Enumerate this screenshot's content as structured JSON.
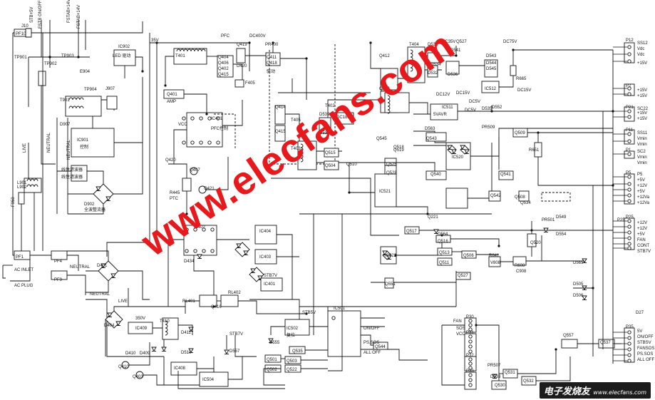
{
  "labels": {
    "top_left": [
      "J10",
      "PF10",
      "STB+5V",
      "FSTB ON/OFF",
      "FSTAB+14V",
      "FSTAB+14V",
      "TP901",
      "TP902",
      "TP903",
      "TP904",
      "IC902",
      "LED 驱动",
      "E904",
      "T901",
      "J907",
      "D907",
      "IC901",
      "控制",
      "LIVE",
      "NEUTRAL",
      "NEUTRAL",
      "线性滤波器",
      "线性滤波器",
      "L901",
      "L902",
      "F950",
      "D902",
      "全波整流器",
      "PF1",
      "PF4",
      "PF9",
      "AC INLET",
      "AC PLUG",
      "NEUTRAL",
      "D401",
      "NEUTRAL",
      "LIVE",
      "D404",
      "350V",
      "T410",
      "IC409",
      "D411",
      "D410",
      "D409",
      "Q410",
      "Q403",
      "IC408",
      "D510",
      "IC504",
      "STB7V",
      "D557"
    ],
    "center": [
      "35V",
      "T401",
      "PFC",
      "DC400V",
      "PR400",
      "Q404",
      "Q406",
      "Q402",
      "Q415",
      "Q419",
      "D420",
      "Q411",
      "Q418",
      "驱动",
      "F405",
      "Q401",
      "AMP",
      "VCC",
      "IC401",
      "PFC控制",
      "Q420",
      "Q407",
      "PTC",
      "R445",
      "Q421",
      "IC402",
      "IC404",
      "IC403",
      "D434",
      "STB7V",
      "IC401",
      "RL401",
      "RL402",
      "Q416",
      "T402",
      "Q414",
      "Q415",
      "T405",
      "D539",
      "D537",
      "DC180V",
      "T403",
      "Q515",
      "Q504",
      "Q510",
      "Q518",
      "Q519",
      "Q545",
      "Q543",
      "IC520",
      "Q540",
      "Q541",
      "Q542",
      "Q221",
      "Q525",
      "Q528",
      "IC521",
      "Q517",
      "D564",
      "Q516",
      "Q513",
      "Q506",
      "Q511",
      "IC522",
      "Q527",
      "Q551",
      "R641",
      "V808",
      "IC501",
      "STB5V",
      "IC502",
      "复位",
      "D555",
      "Q535",
      "Q501",
      "Q502",
      "Q503",
      "Q522",
      "Q544",
      "ON/OFF",
      "PS.SOS",
      "ALL OFF",
      "FAN",
      "SOS",
      "VCC",
      "P30",
      "P31",
      "P32",
      "P33",
      "PR507",
      "D533",
      "Q531",
      "Q530",
      "Q532",
      "Q537",
      "Q557",
      "D565",
      "D505",
      "D506"
    ],
    "top_right": [
      "Q412",
      "Q413",
      "T404",
      "D531",
      "D532",
      "DC35V",
      "D541",
      "Q527",
      "D534",
      "D536",
      "D543",
      "D544",
      "D545",
      "DC75V",
      "R665",
      "IC512",
      "DC15V",
      "DC12V",
      "DC15V",
      "IC511",
      "5VAVR",
      "DC5V",
      "D535",
      "D552",
      "PR509",
      "Q509",
      "Q508",
      "Q534",
      "R651",
      "D563",
      "PR501",
      "D549",
      "D554",
      "Q520",
      "R608",
      "C908",
      "DC5V"
    ],
    "connectors": [
      "P12",
      "SS12",
      "Vdc",
      "Vdc",
      "+15V",
      "P2",
      "+15V",
      "+15V",
      "P21",
      "SC22",
      "+15V",
      "+15V",
      "P11",
      "SS11",
      "Vmin",
      "Vmin",
      "P1",
      "SC2",
      "Vmin",
      "Vmin",
      "P5",
      "P5",
      "+5V",
      "+12V",
      "+5V",
      "+12Va",
      "+12Va",
      "P25",
      "P25",
      "+12V",
      "+12V",
      "+5V",
      "FAN",
      "CONT",
      "STB7V",
      "P35",
      "D27",
      "5V",
      "ON/OFF",
      "STBSV",
      "FANSOS",
      "PS.SOS",
      "ALL OFF"
    ]
  },
  "watermark": "www.elecfans.com",
  "corner_logo": {
    "main": "电子发烧友",
    "sub": "www.elecfans.com"
  }
}
